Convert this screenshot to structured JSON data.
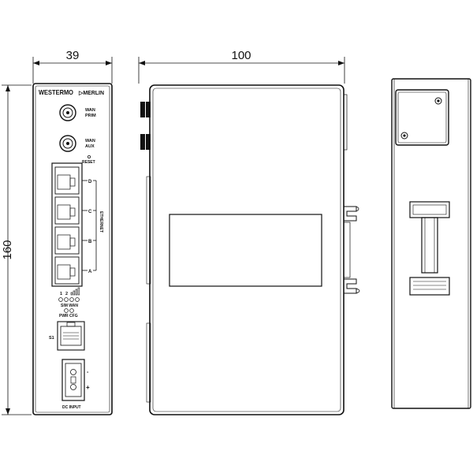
{
  "dimensions": {
    "front_width": "39",
    "side_width": "100",
    "height": "160"
  },
  "front_panel": {
    "brand_left": "WESTERMO",
    "brand_right": "▷MERLIN",
    "wan_prim": [
      "WAN",
      "PRIM"
    ],
    "wan_aux": [
      "WAN",
      "AUX"
    ],
    "reset": "RESET",
    "ethernet": "ETHERNET",
    "port_letters": [
      "D",
      "C",
      "B",
      "A"
    ],
    "sim_numbers": [
      "1",
      "2"
    ],
    "sim_wan": "SIM WAN",
    "pwr_cfg": "PWR CFG",
    "serial_label": "S1",
    "dc_minus": "-",
    "dc_plus": "+",
    "dc_input": "DC INPUT"
  }
}
